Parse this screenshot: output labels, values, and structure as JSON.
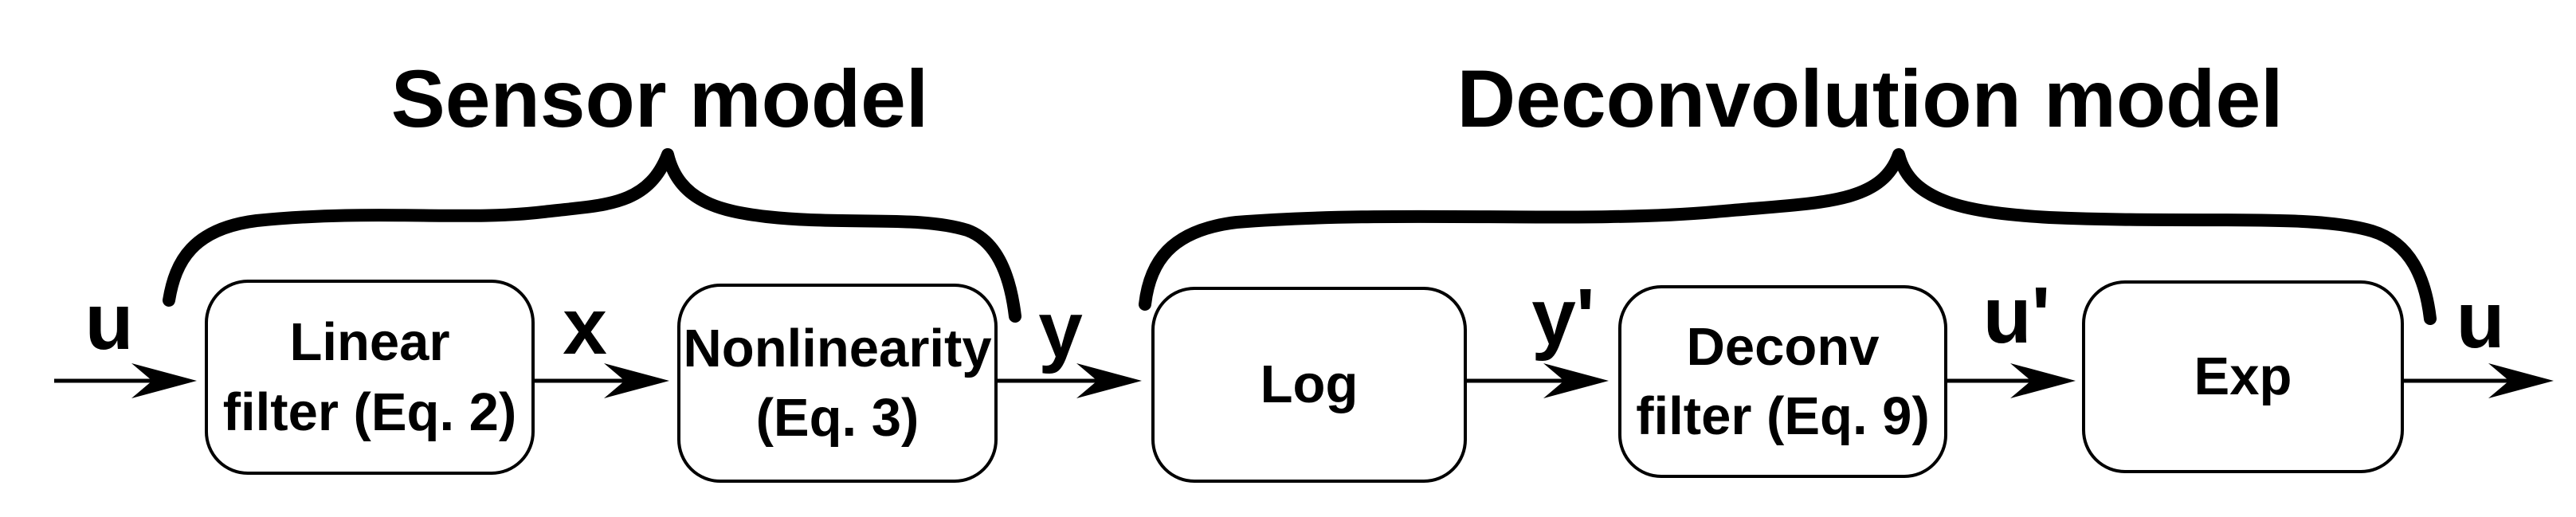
{
  "figure": {
    "background_color": "#ffffff",
    "ink_color": "#000000",
    "titles": {
      "sensor": "Sensor model",
      "deconvolution": "Deconvolution model"
    },
    "boxes": [
      {
        "line1": "Linear",
        "line2": "filter (Eq. 2)"
      },
      {
        "line1": "Nonlinearity",
        "line2": "(Eq. 3)"
      },
      {
        "line1": "Log"
      },
      {
        "line1": "Deconv",
        "line2": "filter (Eq. 9)"
      },
      {
        "line1": "Exp"
      }
    ],
    "signals": {
      "input": "u",
      "after_linear_filter": "x",
      "after_nonlinearity": "y",
      "after_log": "y'",
      "after_deconv_filter": "u'",
      "output": "u"
    }
  }
}
